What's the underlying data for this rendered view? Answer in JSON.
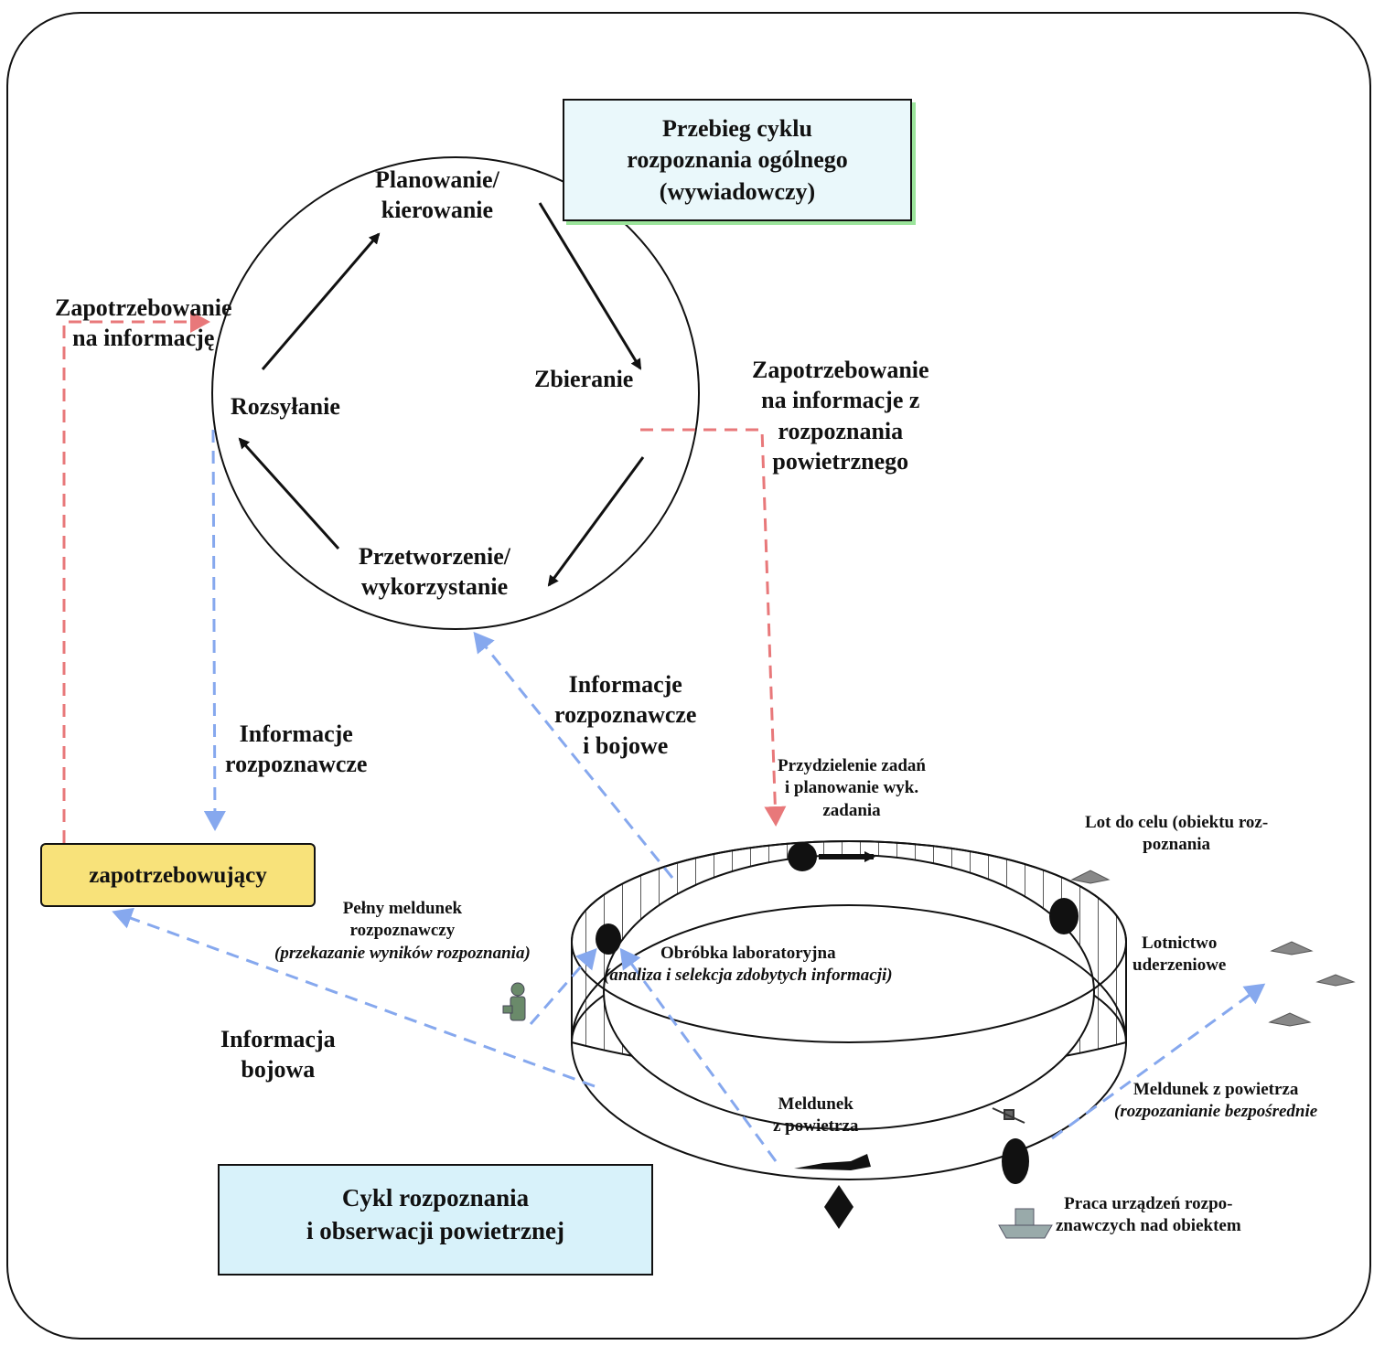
{
  "title_box": {
    "lines": [
      "Przebieg cyklu",
      "rozpoznania ogólnego",
      "(wywiadowczy)"
    ]
  },
  "upper_cycle": {
    "planning": [
      "Planowanie/",
      "kierowanie"
    ],
    "collection": "Zbieranie",
    "dissemination": "Rozsyłanie",
    "processing": [
      "Przetworzenie/",
      "wykorzystanie"
    ]
  },
  "info_need": [
    "Zapotrzebowanie",
    "na  informację"
  ],
  "air_info_need": [
    "Zapotrzebowanie",
    "na  informacje z",
    "rozpoznania",
    "powietrznego"
  ],
  "recon_info": [
    "Informacje",
    "rozpoznawcze"
  ],
  "recon_combat_info": [
    "Informacje",
    "rozpoznawcze",
    "i bojowe"
  ],
  "requester": "zapotrzebowujący",
  "combat_info": [
    "Informacja",
    "bojowa"
  ],
  "task_assignment": [
    "Przydzielenie  zadań",
    "i planowanie wyk.",
    "zadania"
  ],
  "flight_to_target": [
    "Lot do celu (obiektu roz-",
    "poznania"
  ],
  "strike_aviation": [
    "Lotnictwo",
    "uderzeniowe"
  ],
  "full_report": [
    "Pełny  meldunek",
    "rozpoznawczy",
    "(przekazanie wyników rozpoznania)"
  ],
  "lab_processing": [
    "Obróbka laboratoryjna",
    "(analiza i selekcja zdobytych  informacji)"
  ],
  "air_report": [
    "Meldunek",
    "z powietrza"
  ],
  "air_report_direct": [
    "Meldunek z powietrza",
    "(rozpozanianie bezpośrednie"
  ],
  "sensor_work": [
    "Praca  urządzeń rozpo-",
    "znawczych nad  obiektem"
  ],
  "lower_cycle_box": [
    "Cykl rozpoznania",
    "i obserwacji powietrznej"
  ],
  "colors": {
    "red_dashed": "#e8787a",
    "blue_dashed": "#86a8ee",
    "title_bg": "#eaf8fb",
    "requester_bg": "#f8e27a",
    "cycle_box_bg": "#d8f2fa",
    "green_shadow": "#9be49b"
  },
  "icons": [
    "aircraft-icon",
    "soldier-icon",
    "ship-icon",
    "satellite-icon"
  ]
}
